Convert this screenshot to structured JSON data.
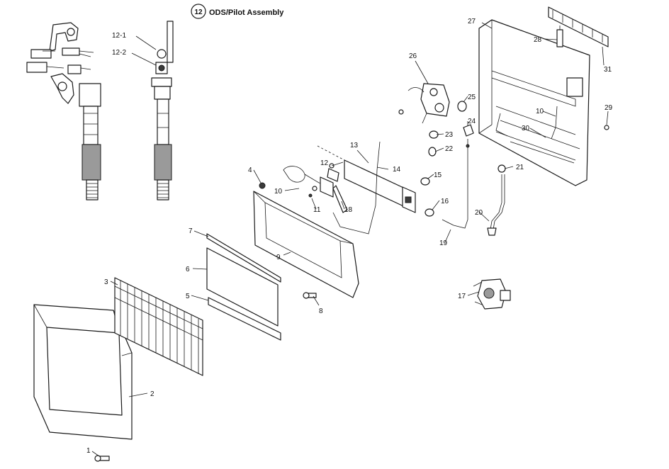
{
  "subassembly": {
    "badge": "12",
    "title": "ODS/Pilot Assembly"
  },
  "callouts": {
    "c1": "1",
    "c2": "2",
    "c3": "3",
    "c4": "4",
    "c5": "5",
    "c6": "6",
    "c7": "7",
    "c8": "8",
    "c9": "9",
    "c10a": "10",
    "c10b": "10",
    "c11": "11",
    "c12": "12",
    "c12_1": "12-1",
    "c12_2": "12-2",
    "c13": "13",
    "c14": "14",
    "c15": "15",
    "c16": "16",
    "c17": "17",
    "c18": "18",
    "c19": "19",
    "c20": "20",
    "c21": "21",
    "c22": "22",
    "c23": "23",
    "c24": "24",
    "c25": "25",
    "c26": "26",
    "c27": "27",
    "c28": "28",
    "c29": "29",
    "c30": "30",
    "c31": "31"
  }
}
